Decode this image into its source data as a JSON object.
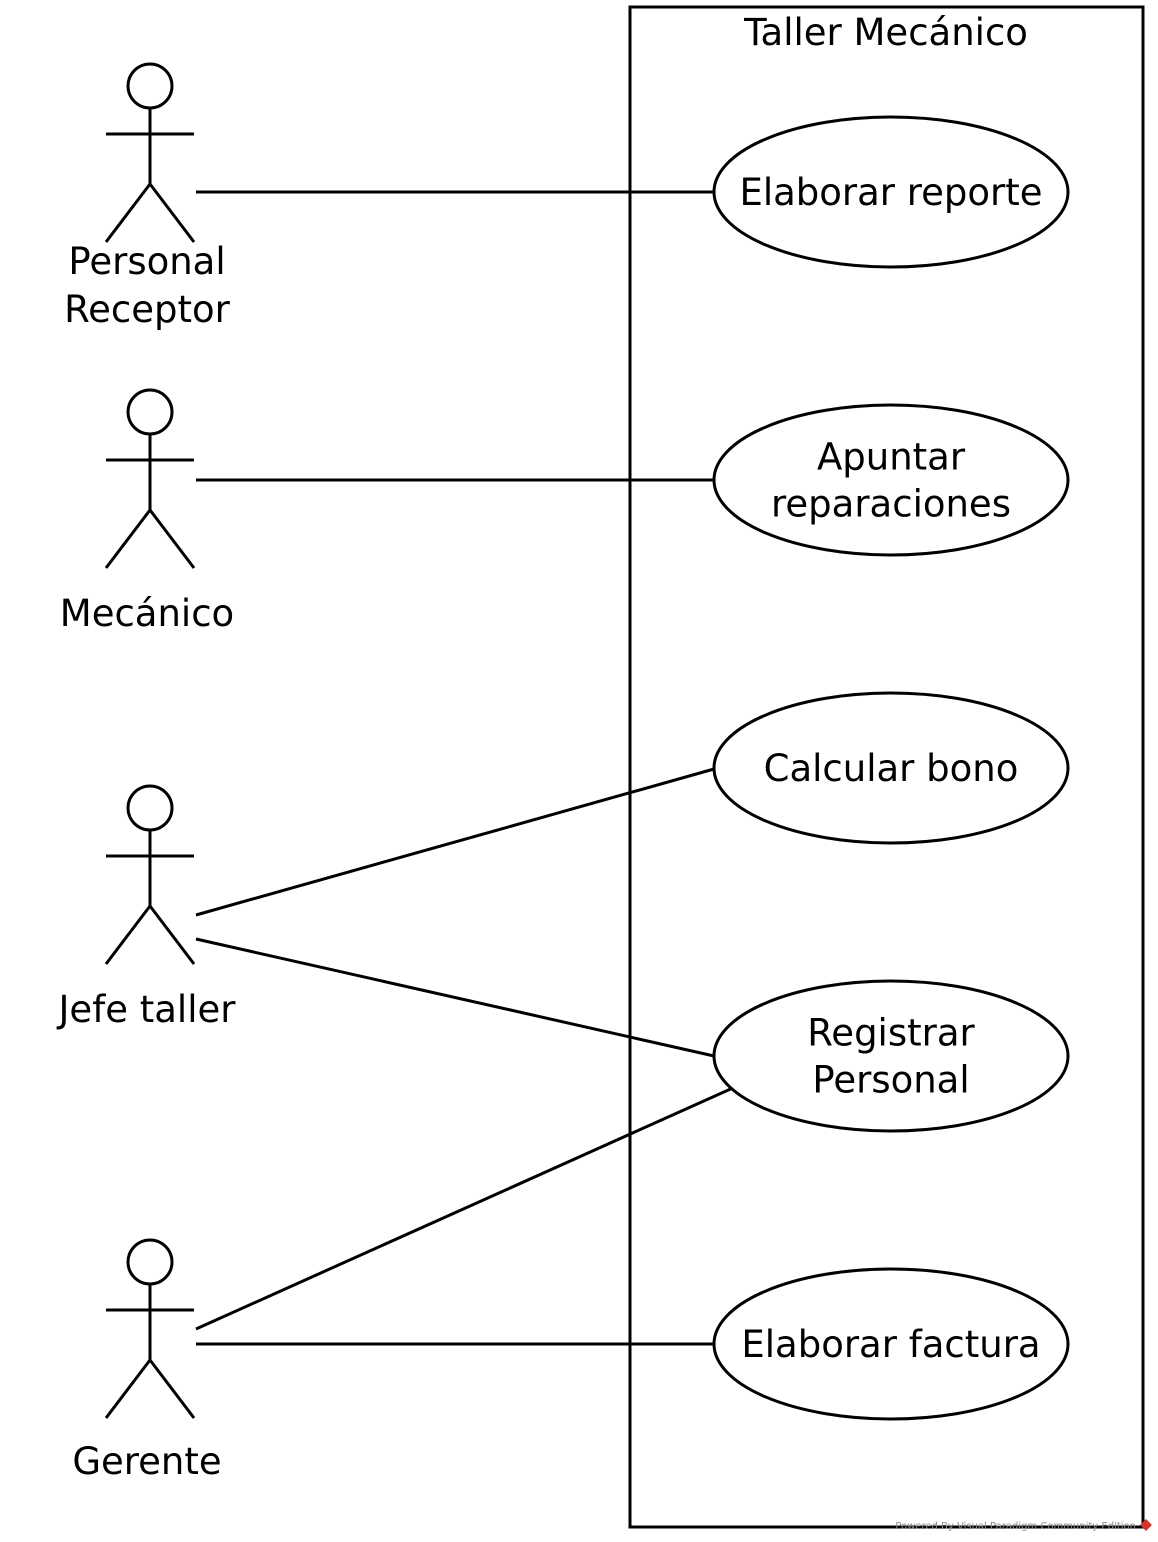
{
  "system": {
    "title": "Taller Mecánico"
  },
  "actors": [
    {
      "id": "personal-receptor",
      "label_lines": [
        "Personal",
        "Receptor"
      ]
    },
    {
      "id": "mecanico",
      "label_lines": [
        "Mecánico"
      ]
    },
    {
      "id": "jefe-taller",
      "label_lines": [
        "Jefe taller"
      ]
    },
    {
      "id": "gerente",
      "label_lines": [
        "Gerente"
      ]
    }
  ],
  "use_cases": [
    {
      "id": "elaborar-reporte",
      "label_lines": [
        "Elaborar reporte"
      ]
    },
    {
      "id": "apuntar-reparaciones",
      "label_lines": [
        "Apuntar",
        "reparaciones"
      ]
    },
    {
      "id": "calcular-bono",
      "label_lines": [
        "Calcular bono"
      ]
    },
    {
      "id": "registrar-personal",
      "label_lines": [
        "Registrar",
        "Personal"
      ]
    },
    {
      "id": "elaborar-factura",
      "label_lines": [
        "Elaborar factura"
      ]
    }
  ],
  "associations": [
    {
      "actor": "personal-receptor",
      "use_case": "elaborar-reporte"
    },
    {
      "actor": "mecanico",
      "use_case": "apuntar-reparaciones"
    },
    {
      "actor": "jefe-taller",
      "use_case": "calcular-bono"
    },
    {
      "actor": "jefe-taller",
      "use_case": "registrar-personal"
    },
    {
      "actor": "gerente",
      "use_case": "registrar-personal"
    },
    {
      "actor": "gerente",
      "use_case": "elaborar-factura"
    }
  ],
  "watermark": {
    "text": "Powered By Visual Paradigm Community Edition",
    "logo_color": "#d0342c"
  }
}
